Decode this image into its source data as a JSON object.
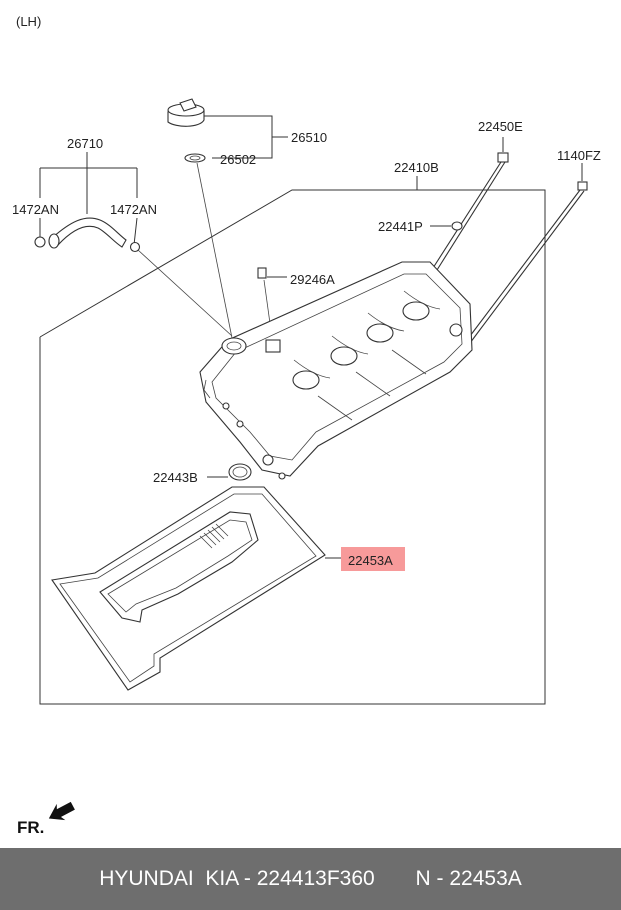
{
  "view_label": "(LH)",
  "front_label": "FR.",
  "parts": {
    "p26710": "26710",
    "p1472AN_left": "1472AN",
    "p1472AN_right": "1472AN",
    "p26510": "26510",
    "p26502": "26502",
    "p22410B": "22410B",
    "p22450E": "22450E",
    "p1140FZ": "1140FZ",
    "p22441P": "22441P",
    "p29246A": "29246A",
    "p22443B": "22443B",
    "p22453A": "22453A"
  },
  "highlight_color": "#f79a9a",
  "footer": {
    "brand": "HYUNDAI  KIA - 224413F360",
    "part_ref": "N - 22453A"
  }
}
